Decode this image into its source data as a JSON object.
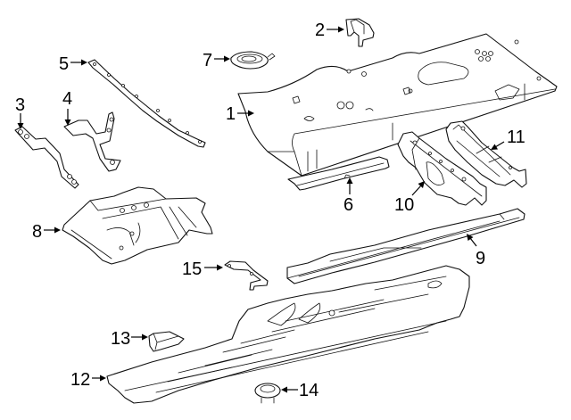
{
  "diagram": {
    "title": "Floor pan and underbody components exploded view",
    "background": "#ffffff",
    "line_color": "#111111",
    "callouts": [
      {
        "number": "1",
        "part": "floor-pan"
      },
      {
        "number": "2",
        "part": "bracket-upper"
      },
      {
        "number": "3",
        "part": "strap-bracket-left"
      },
      {
        "number": "4",
        "part": "strap-bracket-middle"
      },
      {
        "number": "5",
        "part": "reinforcement-strip"
      },
      {
        "number": "6",
        "part": "cross-member-short"
      },
      {
        "number": "7",
        "part": "plug-grommet"
      },
      {
        "number": "8",
        "part": "front-floor-section"
      },
      {
        "number": "9",
        "part": "rocker-rail"
      },
      {
        "number": "10",
        "part": "rail-left"
      },
      {
        "number": "11",
        "part": "rail-right"
      },
      {
        "number": "12",
        "part": "underbody-shield"
      },
      {
        "number": "13",
        "part": "clip-block"
      },
      {
        "number": "14",
        "part": "plug-round"
      },
      {
        "number": "15",
        "part": "bracket-small"
      }
    ]
  }
}
